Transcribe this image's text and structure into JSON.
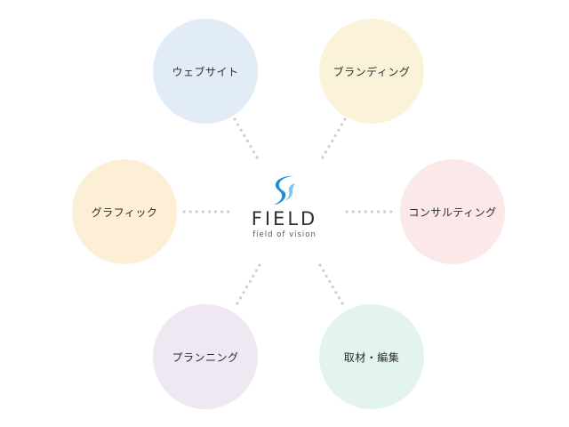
{
  "logo": {
    "wordmark": "FIELD",
    "tagline": "field of vision",
    "mark_colors": [
      "#1f8fd1",
      "#7cc7ee"
    ]
  },
  "services": [
    {
      "id": "web",
      "label": "ウェブサイト",
      "color": "#e1ecf7"
    },
    {
      "id": "branding",
      "label": "ブランディング",
      "color": "#fbf3d9"
    },
    {
      "id": "graphic",
      "label": "グラフィック",
      "color": "#fcefd6"
    },
    {
      "id": "consult",
      "label": "コンサルティング",
      "color": "#fbe8e8"
    },
    {
      "id": "planning",
      "label": "プランニング",
      "color": "#efe8f3"
    },
    {
      "id": "editorial",
      "label": "取材・編集",
      "color": "#e3f3ee"
    }
  ],
  "connector_color": "#cfcfcf"
}
